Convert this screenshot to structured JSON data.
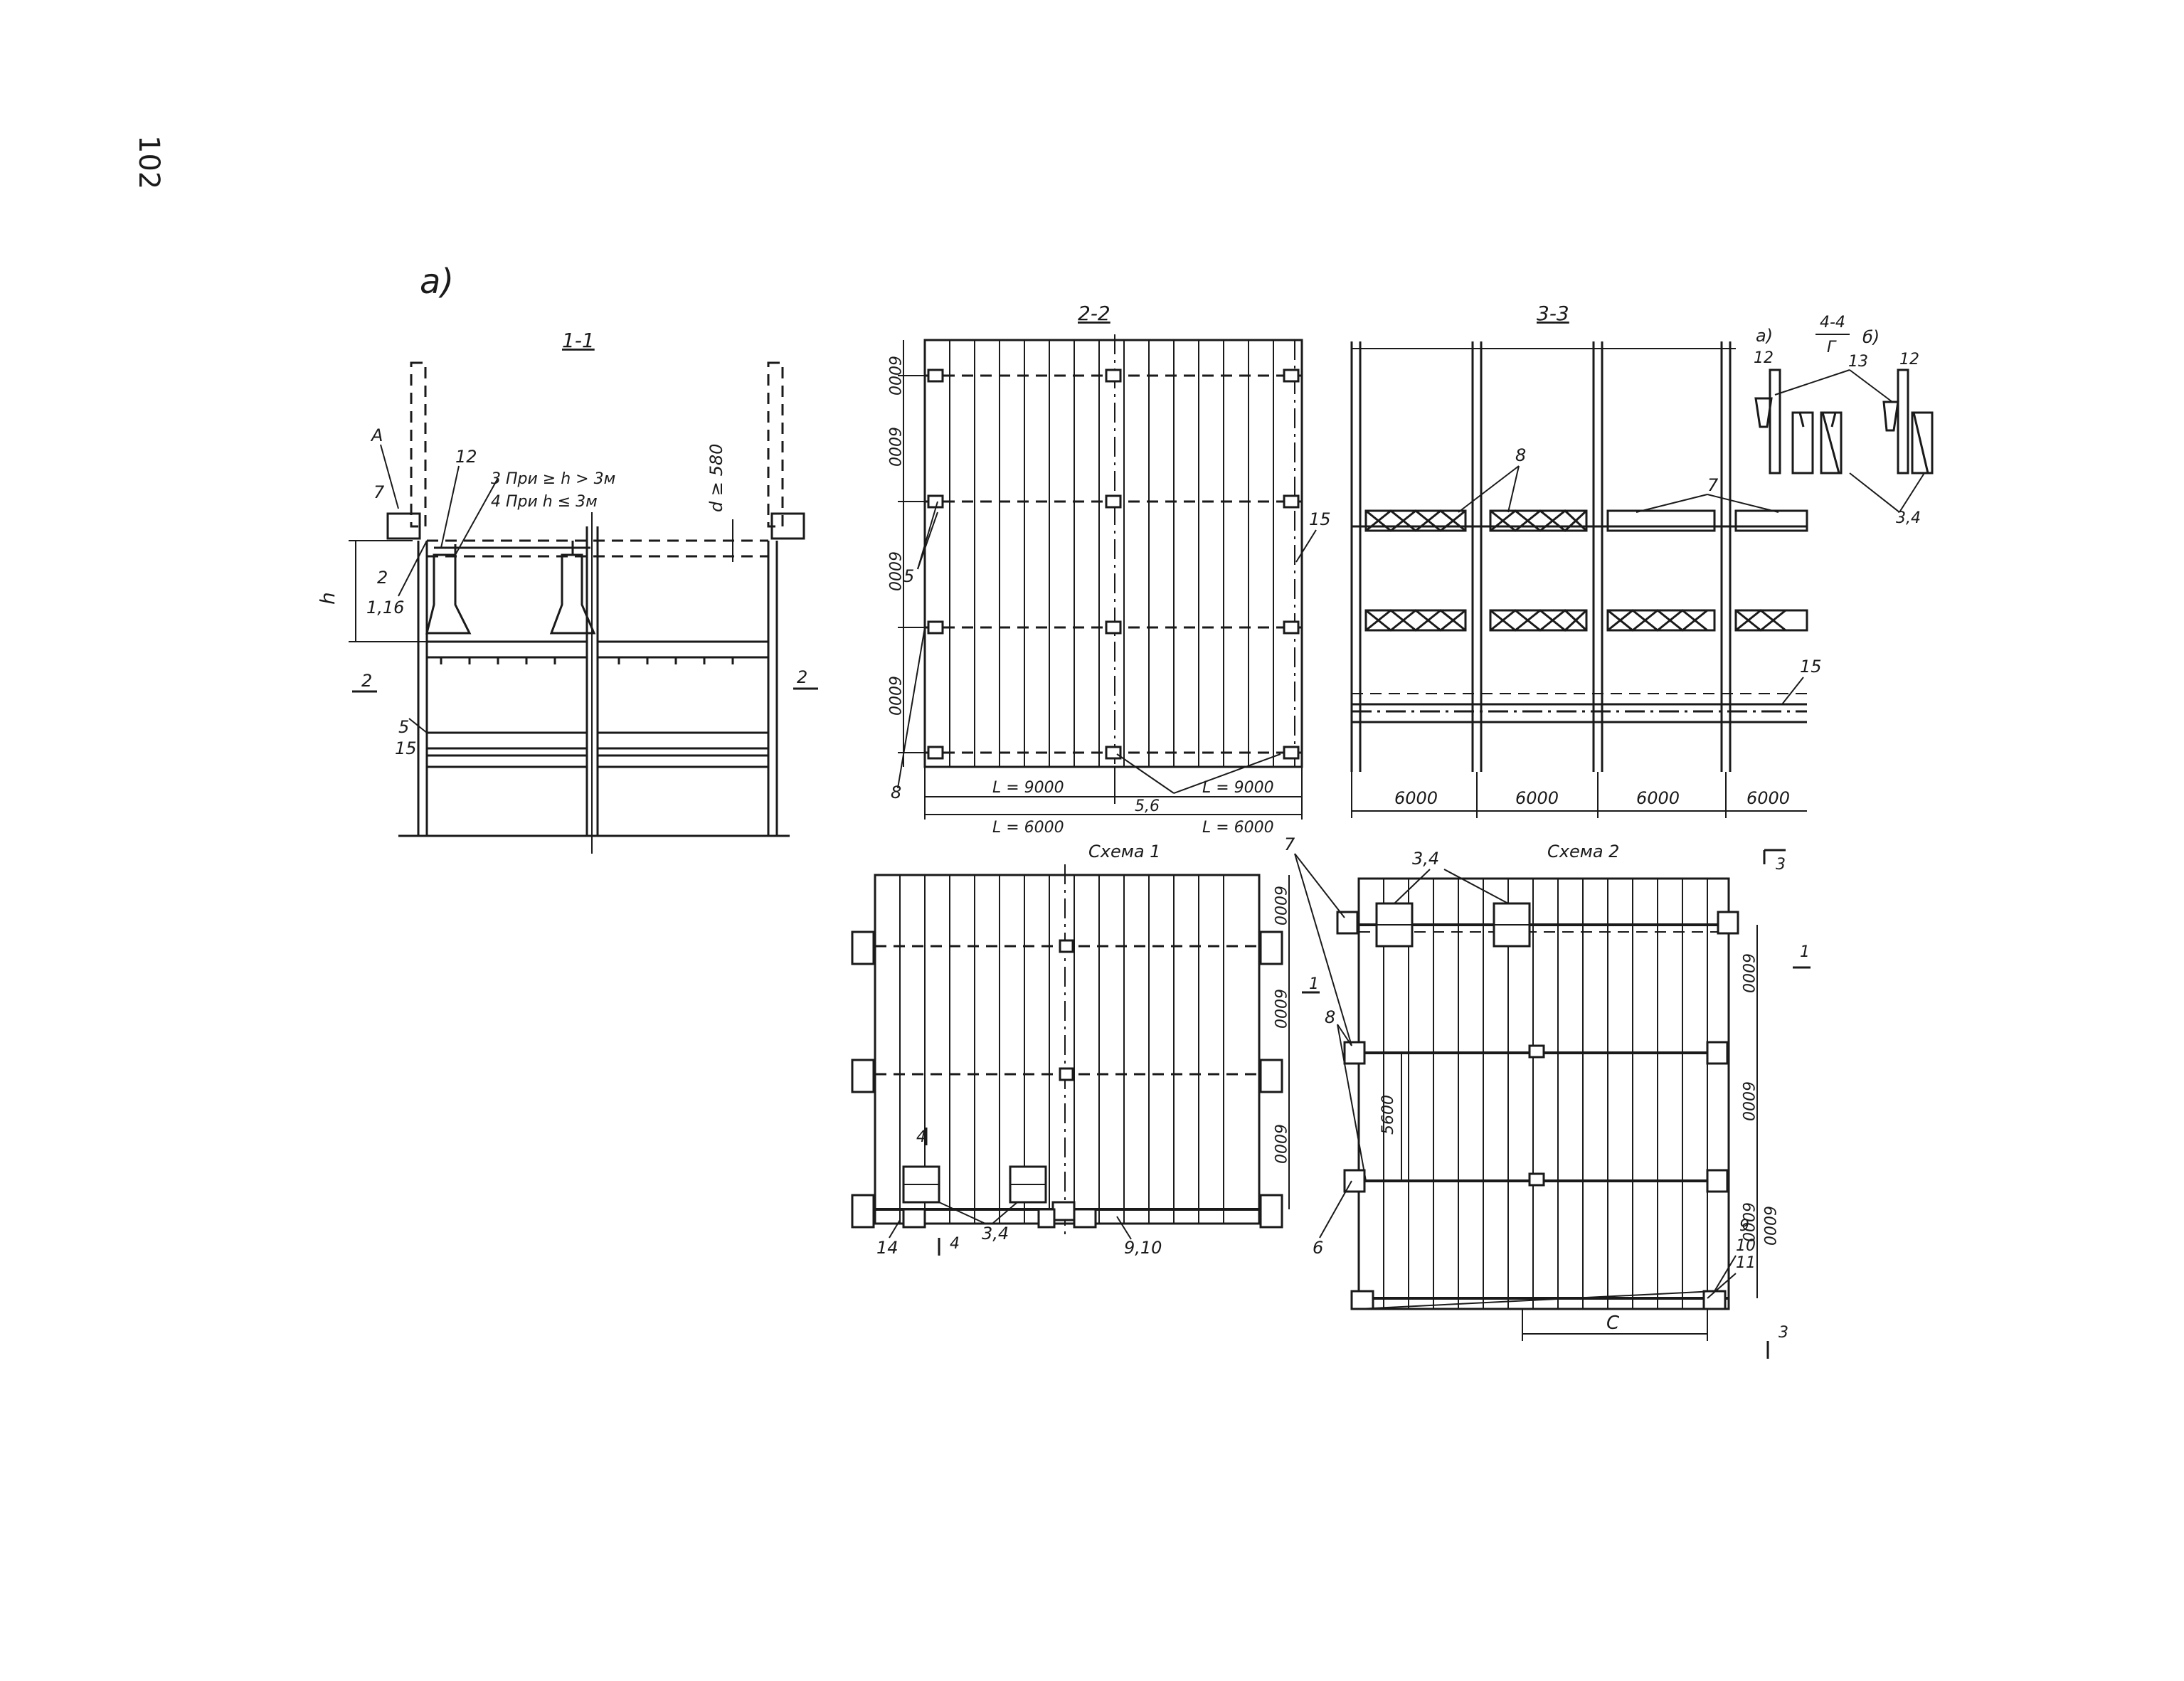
{
  "page": {
    "number": "102"
  },
  "panel_label": "а)",
  "section_1_1": {
    "title": "1-1",
    "callouts": [
      "А",
      "7",
      "2",
      "12",
      "1,16",
      "5",
      "15"
    ],
    "note_3": "3 При ≥ h > 3м",
    "note_4": "4 При h ≤ 3м",
    "dim_d": "d ≥ 580",
    "dim_h": "h",
    "cut_left": "2",
    "cut_right": "2"
  },
  "section_2_2": {
    "title": "2-2",
    "left_dims": [
      "6000",
      "6000",
      "6000",
      "6000"
    ],
    "callouts": [
      "5",
      "8",
      "15",
      "5,6"
    ],
    "bottom_dims_upper": [
      "L = 9000",
      "L = 9000"
    ],
    "bottom_dims_lower": [
      "L = 6000",
      "L = 6000"
    ]
  },
  "section_3_3": {
    "title": "3-3",
    "callouts": [
      "8",
      "7",
      "15"
    ],
    "bottom_dims": [
      "6000",
      "6000",
      "6000",
      "6000"
    ],
    "cut_mark": "3"
  },
  "detail_4_4": {
    "title": "4-4",
    "subtitle": "Г",
    "variant_a": "а)",
    "variant_b": "б)",
    "callouts": [
      "12",
      "13",
      "12",
      "3,4"
    ]
  },
  "scheme_1": {
    "title": "Схема 1",
    "right_dims": [
      "6000",
      "6000",
      "6000"
    ],
    "callouts": [
      "3,4",
      "14",
      "9,10"
    ],
    "cut_top": "4",
    "cut_bottom": "4"
  },
  "scheme_2": {
    "title": "Схема 2",
    "callouts": [
      "7",
      "3,4",
      "8",
      "6",
      "10",
      "11",
      "9"
    ],
    "right_dims": [
      "6000",
      "6000",
      "6000",
      "6000"
    ],
    "inner_dim": "5600",
    "bottom_dim": "С",
    "cut_left": "1",
    "cut_right": "1",
    "cut_bottom": "3"
  }
}
